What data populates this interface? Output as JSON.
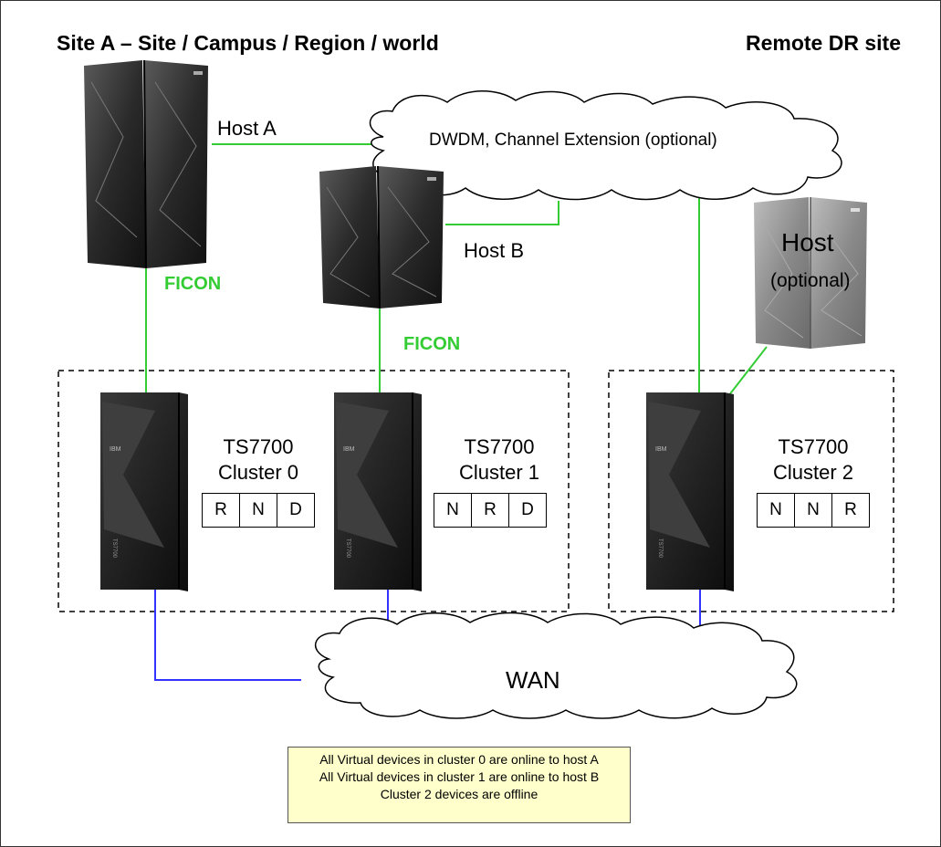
{
  "titles": {
    "site_a": "Site A – Site / Campus / Region / world",
    "remote": "Remote DR site"
  },
  "hosts": {
    "host_a": "Host A",
    "host_b": "Host B",
    "host_remote_line1": "Host",
    "host_remote_line2": "(optional)"
  },
  "clouds": {
    "dwdm": "DWDM, Channel Extension (optional)",
    "wan": "WAN"
  },
  "links": {
    "ficon_a": "FICON",
    "ficon_b": "FICON"
  },
  "clusters": [
    {
      "line1": "TS7700",
      "line2": "Cluster 0",
      "modes": [
        "R",
        "N",
        "D"
      ]
    },
    {
      "line1": "TS7700",
      "line2": "Cluster 1",
      "modes": [
        "N",
        "R",
        "D"
      ]
    },
    {
      "line1": "TS7700",
      "line2": "Cluster 2",
      "modes": [
        "N",
        "N",
        "R"
      ]
    }
  ],
  "cabinet_brand": "IBM",
  "cabinet_model": "TS7700",
  "note": [
    "All Virtual devices in cluster 0 are online to host A",
    "All Virtual devices in cluster 1 are online to host B",
    "Cluster 2 devices are offline"
  ],
  "colors": {
    "green_link": "#33cc33",
    "blue_link": "#3333ff",
    "note_bg": "#ffffcc"
  }
}
